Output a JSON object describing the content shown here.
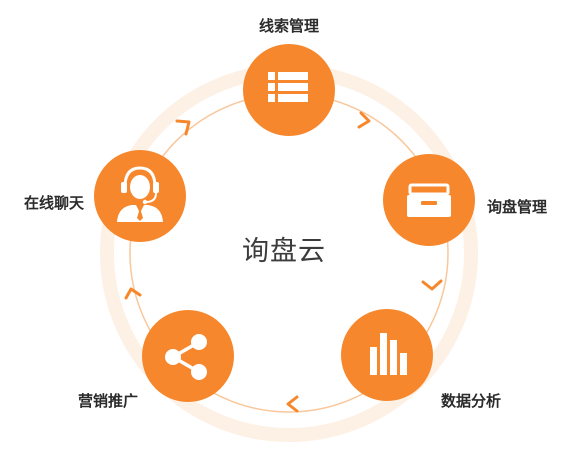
{
  "diagram": {
    "center_label": "询盘云",
    "accent_color": "#f7872d",
    "ring_color": "#f9c79b",
    "halo_color": "#fdf1e6",
    "nodes": [
      {
        "id": "leads",
        "label": "线索管理",
        "icon": "list-table-icon"
      },
      {
        "id": "inquiry",
        "label": "询盘管理",
        "icon": "inbox-tray-icon"
      },
      {
        "id": "analytics",
        "label": "数据分析",
        "icon": "bar-chart-icon"
      },
      {
        "id": "marketing",
        "label": "营销推广",
        "icon": "share-icon"
      },
      {
        "id": "chat",
        "label": "在线聊天",
        "icon": "headset-agent-icon"
      }
    ],
    "flow": "clockwise"
  }
}
